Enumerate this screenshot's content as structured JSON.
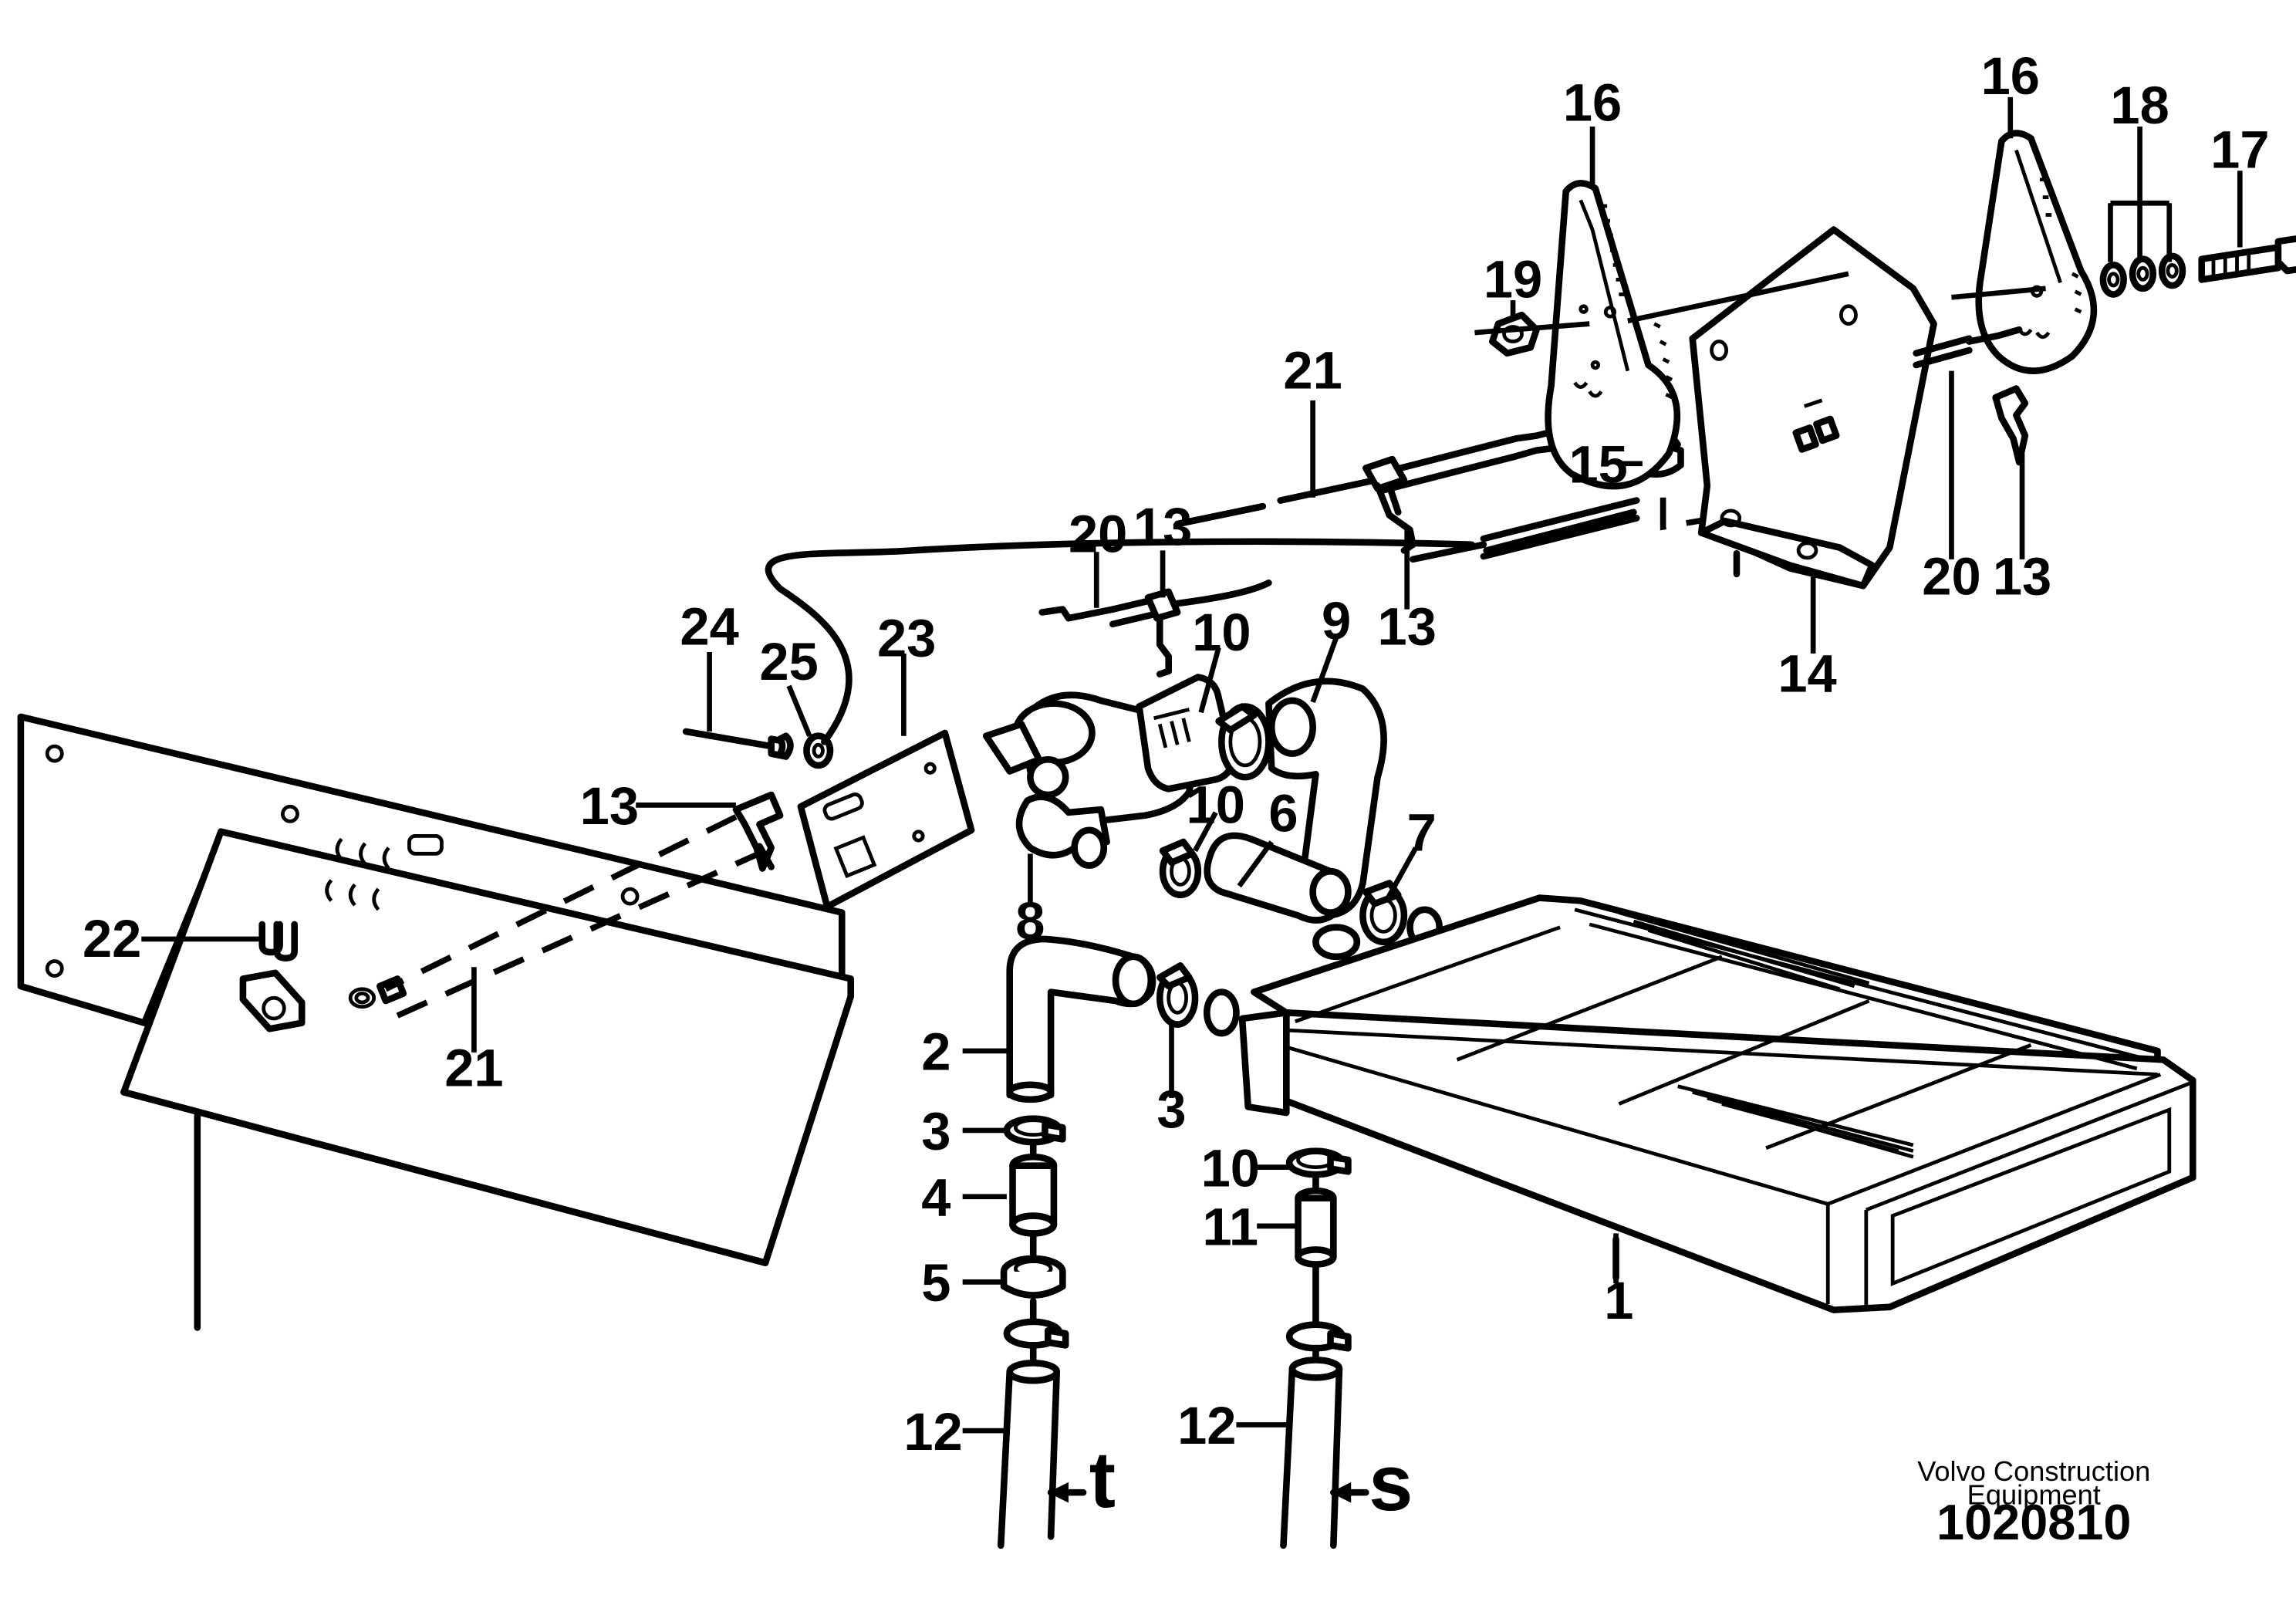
{
  "callouts": {
    "c1": "1",
    "c2": "2",
    "c3a": "3",
    "c3b": "3",
    "c4": "4",
    "c5": "5",
    "c6": "6",
    "c7": "7",
    "c8": "8",
    "c9": "9",
    "c10a": "10",
    "c10b": "10",
    "c10c": "10",
    "c11": "11",
    "c12a": "12",
    "c12b": "12",
    "c13a": "13",
    "c13b": "13",
    "c13c": "13",
    "c13d": "13",
    "c14": "14",
    "c15": "15",
    "c16a": "16",
    "c16b": "16",
    "c17": "17",
    "c18": "18",
    "c19": "19",
    "c20a": "20",
    "c20b": "20",
    "c21a": "21",
    "c21b": "21",
    "c22": "22",
    "c23": "23",
    "c24": "24",
    "c25": "25"
  },
  "flow_markers": {
    "t": "t",
    "s": "s"
  },
  "footer": {
    "brand_line1": "Volvo Construction",
    "brand_line2": "Equipment",
    "drawing_number": "1020810"
  }
}
